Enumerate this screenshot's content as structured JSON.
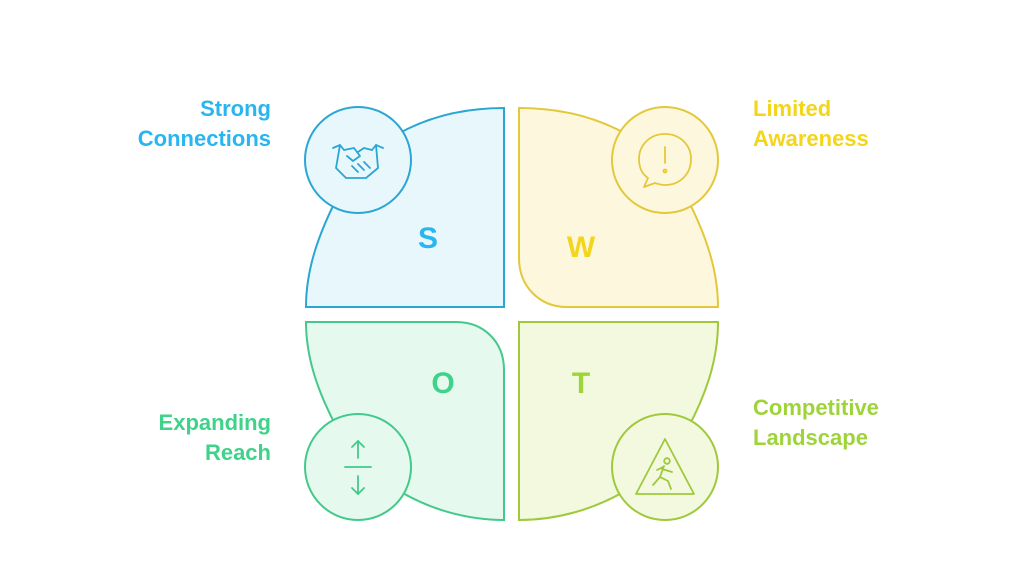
{
  "swot": {
    "strengths": {
      "letter": "S",
      "label_line1": "Strong",
      "label_line2": "Connections",
      "icon": "handshake-icon",
      "stroke": "#2aa6d4",
      "fill": "#e8f7fc",
      "text_color": "#29b6f0"
    },
    "weaknesses": {
      "letter": "W",
      "label_line1": "Limited",
      "label_line2": "Awareness",
      "icon": "alert-speech-bubble-icon",
      "stroke": "#e3c83a",
      "fill": "#fdf8dd",
      "text_color": "#f3d51c"
    },
    "opportunities": {
      "letter": "O",
      "label_line1": "Expanding",
      "label_line2": "Reach",
      "icon": "up-down-arrows-icon",
      "stroke": "#43c98a",
      "fill": "#e5f9ef",
      "text_color": "#3fd38a"
    },
    "threats": {
      "letter": "T",
      "label_line1": "Competitive",
      "label_line2": "Landscape",
      "icon": "warning-runner-icon",
      "stroke": "#9fc93b",
      "fill": "#f3f9df",
      "text_color": "#9ed43a"
    }
  }
}
